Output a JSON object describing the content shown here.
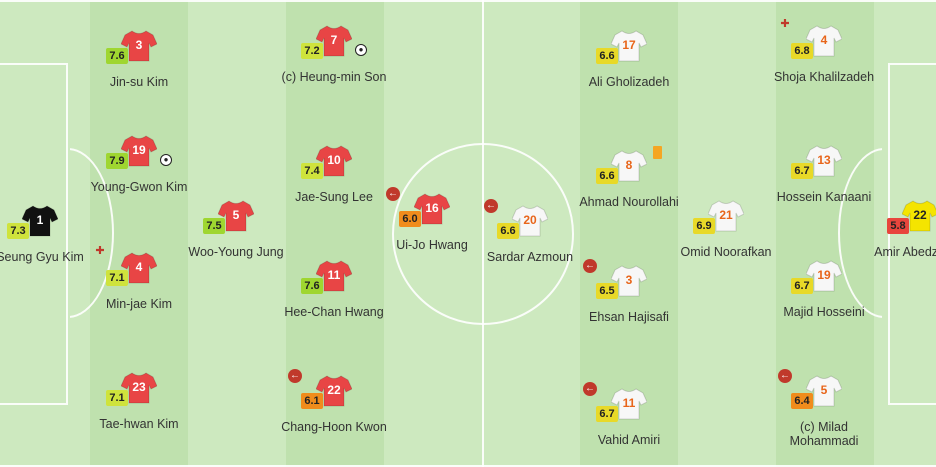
{
  "colors": {
    "pitch_light": "#cde9bf",
    "pitch_dark": "#bfe1ae",
    "home_kit": "#e84545",
    "home_number": "#ffffff",
    "away_kit": "#f7f7f7",
    "away_number": "#e8651a",
    "gk_home_kit": "#111111",
    "gk_away_kit": "#f4e400",
    "rating_green": "#9fd630",
    "rating_lime": "#cfe33c",
    "rating_yellow": "#e8d928",
    "rating_orange": "#f08c1c",
    "rating_red": "#e8453c"
  },
  "players": [
    {
      "num": "1",
      "name": "Seung Gyu Kim",
      "rating": "7.3",
      "kit": "gk_home",
      "event": ""
    },
    {
      "num": "3",
      "name": "Jin-su Kim",
      "rating": "7.6",
      "kit": "home",
      "event": ""
    },
    {
      "num": "19",
      "name": "Young-Gwon Kim",
      "rating": "7.9",
      "kit": "home",
      "event": "goal"
    },
    {
      "num": "4",
      "name": "Min-jae Kim",
      "rating": "7.1",
      "kit": "home",
      "event": "injury"
    },
    {
      "num": "23",
      "name": "Tae-hwan Kim",
      "rating": "7.1",
      "kit": "home",
      "event": ""
    },
    {
      "num": "5",
      "name": "Woo-Young Jung",
      "rating": "7.5",
      "kit": "home",
      "event": ""
    },
    {
      "num": "7",
      "name": "(c) Heung-min Son",
      "rating": "7.2",
      "kit": "home",
      "event": "goal"
    },
    {
      "num": "10",
      "name": "Jae-Sung Lee",
      "rating": "7.4",
      "kit": "home",
      "event": ""
    },
    {
      "num": "11",
      "name": "Hee-Chan Hwang",
      "rating": "7.6",
      "kit": "home",
      "event": ""
    },
    {
      "num": "22",
      "name": "Chang-Hoon Kwon",
      "rating": "6.1",
      "kit": "home",
      "event": "sub"
    },
    {
      "num": "16",
      "name": "Ui-Jo Hwang",
      "rating": "6.0",
      "kit": "home",
      "event": "sub"
    },
    {
      "num": "20",
      "name": "Sardar Azmoun",
      "rating": "6.6",
      "kit": "away",
      "event": "sub"
    },
    {
      "num": "17",
      "name": "Ali Gholizadeh",
      "rating": "6.6",
      "kit": "away",
      "event": ""
    },
    {
      "num": "8",
      "name": "Ahmad Nourollahi",
      "rating": "6.6",
      "kit": "away",
      "event": "yellow"
    },
    {
      "num": "3",
      "name": "Ehsan Hajisafi",
      "rating": "6.5",
      "kit": "away",
      "event": "sub"
    },
    {
      "num": "11",
      "name": "Vahid Amiri",
      "rating": "6.7",
      "kit": "away",
      "event": "sub"
    },
    {
      "num": "21",
      "name": "Omid Noorafkan",
      "rating": "6.9",
      "kit": "away",
      "event": ""
    },
    {
      "num": "4",
      "name": "Shoja Khalilzadeh",
      "rating": "6.8",
      "kit": "away",
      "event": "injury"
    },
    {
      "num": "13",
      "name": "Hossein Kanaani",
      "rating": "6.7",
      "kit": "away",
      "event": ""
    },
    {
      "num": "19",
      "name": "Majid Hosseini",
      "rating": "6.7",
      "kit": "away",
      "event": ""
    },
    {
      "num": "5",
      "name": "(c) Milad Mohammadi",
      "rating": "6.4",
      "kit": "away",
      "event": "sub"
    },
    {
      "num": "22",
      "name": "Amir Abedzadeh",
      "rating": "5.8",
      "kit": "gk_away",
      "event": ""
    }
  ]
}
